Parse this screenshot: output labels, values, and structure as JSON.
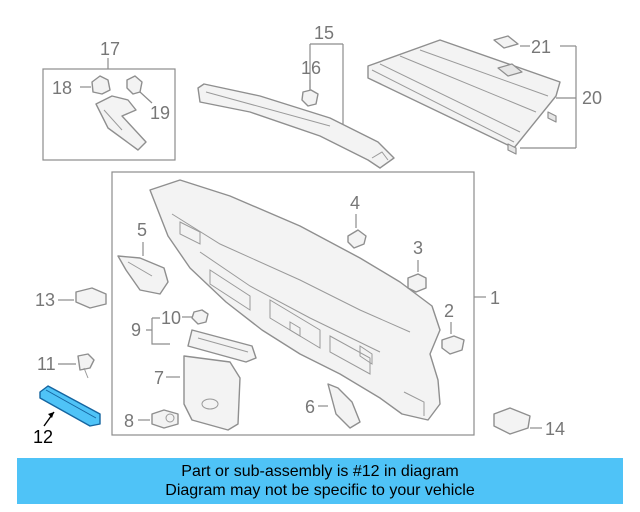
{
  "labels": {
    "c1": "1",
    "c2": "2",
    "c3": "3",
    "c4": "4",
    "c5": "5",
    "c6": "6",
    "c7": "7",
    "c8": "8",
    "c9": "9",
    "c10": "10",
    "c11": "11",
    "c12": "12",
    "c13": "13",
    "c14": "14",
    "c15": "15",
    "c16": "16",
    "c17": "17",
    "c18": "18",
    "c19": "19",
    "c20": "20",
    "c21": "21"
  },
  "highlight_part": "12",
  "highlight_color": "#4fc3f7",
  "banner": {
    "line1": "Part or sub-assembly is #12 in diagram",
    "line2": "Diagram may not be specific to your vehicle"
  }
}
